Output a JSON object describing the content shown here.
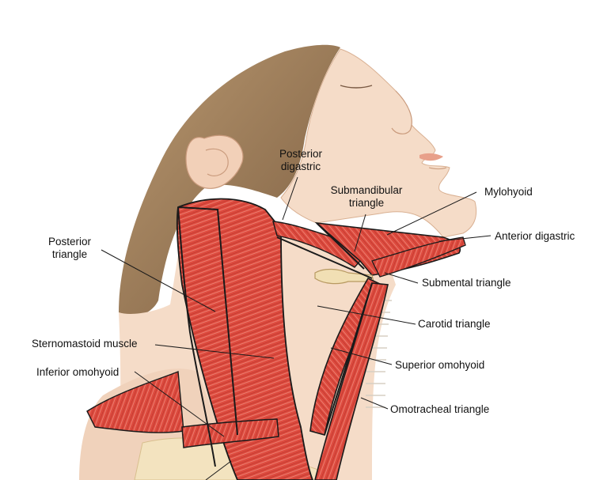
{
  "colors": {
    "skin": "#f5dcc8",
    "skin_shadow": "#e8bfa3",
    "hair": "#9a7a58",
    "muscle": "#dd4a3e",
    "muscle_light": "#ee7a6a",
    "muscle_dark": "#b8342b",
    "outline": "#1a1a1a",
    "bone": "#f1dfb4",
    "leader": "#1a1a1a"
  },
  "labels": {
    "posterior_digastric": [
      "Posterior",
      "digastric"
    ],
    "submandibular_triangle": [
      "Submandibular",
      "triangle"
    ],
    "mylohyoid": "Mylohyoid",
    "anterior_digastric": "Anterior digastric",
    "posterior_triangle": [
      "Posterior",
      "triangle"
    ],
    "submental_triangle": "Submental triangle",
    "carotid_triangle": "Carotid triangle",
    "sternomastoid_muscle": "Sternomastoid muscle",
    "superior_omohyoid": "Superior omohyoid",
    "inferior_omohyoid": "Inferior omohyoid",
    "omotracheal_triangle": "Omotracheal triangle"
  }
}
